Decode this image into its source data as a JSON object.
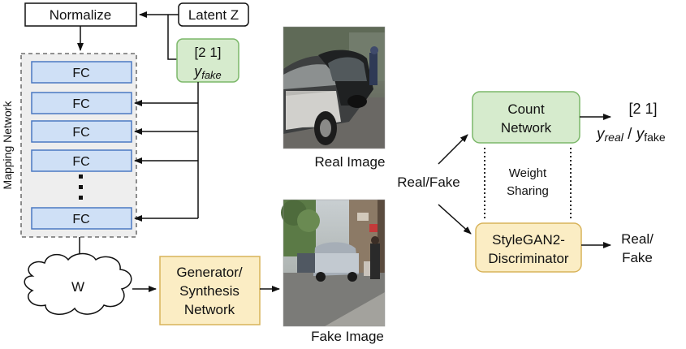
{
  "inputs": {
    "normalize": "Normalize",
    "latent": "Latent Z",
    "label_vector": "[2 1]",
    "y_fake_base": "y",
    "y_fake_sub": "fake"
  },
  "mapping_network": {
    "title": "Mapping Network",
    "layer_label": "FC",
    "ellipsis": "⋮"
  },
  "w_cloud": "W",
  "generator": {
    "line1": "Generator/",
    "line2": "Synthesis",
    "line3": "Network"
  },
  "images": {
    "real_caption": "Real Image",
    "fake_caption": "Fake Image"
  },
  "real_fake_label": "Real/Fake",
  "count_network": {
    "line1": "Count",
    "line2": "Network"
  },
  "count_output": {
    "vector": "[2 1]",
    "y_base": "y",
    "real_sub": "real",
    "sep": " / ",
    "fake_sub": "fake"
  },
  "weight_sharing": {
    "line1": "Weight",
    "line2": "Sharing"
  },
  "discriminator": {
    "line1": "StyleGAN2-",
    "line2": "Discriminator"
  },
  "disc_output": {
    "line1": "Real/",
    "line2": "Fake"
  },
  "colors": {
    "fc_fill": "#cfe0f6",
    "fc_stroke": "#4a78c2",
    "green_fill": "#d6ebcd",
    "green_stroke": "#7cb86a",
    "yellow_fill": "#fbedc4",
    "yellow_stroke": "#d8b35a",
    "mapping_bg": "#eeeeee"
  }
}
